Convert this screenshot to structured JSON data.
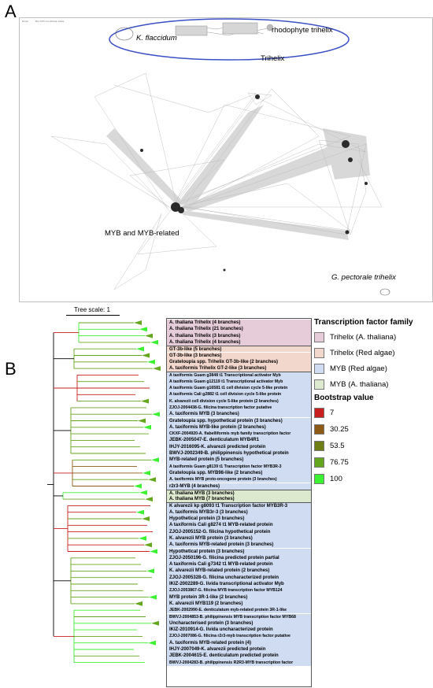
{
  "panel_a": {
    "letter": "A",
    "tiny_header": [
      "Node",
      "Bar-MYC bootstrap table"
    ],
    "annotations": {
      "k_flaccidum": "K. flaccidum",
      "rhodophyte": "rhodophyte trihelix",
      "trihelix": "Trihelix",
      "myb": "MYB and MYB-related",
      "g_pectorale": "G. pectorale trihelix"
    },
    "colors": {
      "ellipse": "#3a4fc4",
      "network": "#9a9a9a"
    }
  },
  "panel_b": {
    "letter": "B",
    "tree_scale": "Tree scale: 1",
    "leaf_labels": [
      "A. thaliana Trihelix (4 branches)",
      "A. thaliana Trihelix (21 branches)",
      "A. thaliana Trihelix (3 branches)",
      "A. thaliana Trihelix (4 branches)",
      "GT-3b-like (5 branches)",
      "GT-3b-like (3 branches)",
      "Grateloupia spp. Trihelix GT-3b-like (2 branches)",
      "A. taxiformis Trihelix GT-2-like (3 branches)",
      "A taxiformis Guam g3848 t1 Transcriptional activator Myb",
      "A taxiformis Guam g12119 t1 Transcriptional activator Myb",
      "A taxiformis Guam g16581 t1 cell division cycle 5-like protein",
      "A taxiformis Cali g2882 t1 cell division cycle 5-like protein",
      "K. alvarezii cell division cycle 5-like protein (2 branches)",
      "ZJOJ-2004438-G. filicina transcription factor putative",
      "A. taxiformis MYB (3 branches)",
      "Grateloupia spp. hypothetical protein (3 branches)",
      "A. taxiformis MYB-like protein (2 branches)",
      "CKXF-2004920-A. flabelliformis myb family transcription factor",
      "JEBK-2005047-E. denticulatum MYB4R1",
      "IHJY-2016095-K. alvarezii predicted protein",
      "BWVJ-2002349-B. philippinensis hypothetical protein",
      "MYB-related protein (5 branches)",
      "A taxiformis Guam g8139 t1 Transcription factor MYB3R-3",
      "Grateloupia spp. MYB98-like (2 branches)",
      "A. taxiformis MYB proto-oncogene protein (3 branches)",
      "r2r3-MYB (4 branches)",
      "A. thaliana MYB (3 branches)",
      "A. thaliana MYB (7 branches)",
      "K alvarezii kp g8093 t1 Transcription factor MYB3R-3",
      "A. taxiformis MYB3r-3 (3 branches)",
      "Hypothetical protein (3 branches)",
      "A taxiformis Cali g8274 t1 MYB-related protein",
      "ZJOJ-2005152-G. filicina hypothetical protein",
      "K. alvarezii MYB protein (3 branches)",
      "A. taxiformis MYB-related protein (3 branches)",
      "Hypothetical protein (3 branches)",
      "ZJOJ-2050196-G. filicina predicted protein partial",
      "A taxiformis Cali g7342 t1 MYB-related protein",
      "K. alvarezii MYB-related protein (2 branches)",
      "ZJOJ-2005328-G. filicina uncharacterized protein",
      "IKIZ-2002289-G. livida transcriptional activator Myb",
      "ZJOJ-2053867-G. filicina MYB transcription factor MYB124",
      "MYB protein 3R-1-like (2 branches)",
      "K. alvarezii MYB119 (2 branches)",
      "JEBK-2002990-E. denticulatum myb-related protein 3R-1-like",
      "BWVJ-2004853-B. philippinensis MYB transcription factor MYB68",
      "Uncharacterised protein (3 branches)",
      "IKIZ-2010914-G. livida uncharacterized protein",
      "ZJOJ-2007086-G. filicina r2r3-myb transcription factor putative",
      "A. taxiformis MYB-related protein (4)",
      "IHJY-2007049-K. alvarezii predicted protein",
      "JEBK-2004615-E. denticulatum predicted protein",
      "BWVJ-2004283-B. philippinensis R2R3-MYB transcription factor"
    ],
    "legend_family": {
      "title": "Transcription factor family",
      "items": [
        {
          "label": "Trihelix (A. thaliana)",
          "color": "#e6ccd8"
        },
        {
          "label": "Trihelix (Red algae)",
          "color": "#f2d7cc"
        },
        {
          "label": "MYB (Red algae)",
          "color": "#cfdcf2"
        },
        {
          "label": "MYB (A. thaliana)",
          "color": "#dde9cf"
        }
      ]
    },
    "legend_bootstrap": {
      "title": "Bootstrap value",
      "items": [
        {
          "label": "7",
          "color": "#c81e1e"
        },
        {
          "label": "30.25",
          "color": "#8c5a14"
        },
        {
          "label": "53.5",
          "color": "#6e7d14"
        },
        {
          "label": "76.75",
          "color": "#64a61e"
        },
        {
          "label": "100",
          "color": "#3cf032"
        }
      ]
    }
  }
}
